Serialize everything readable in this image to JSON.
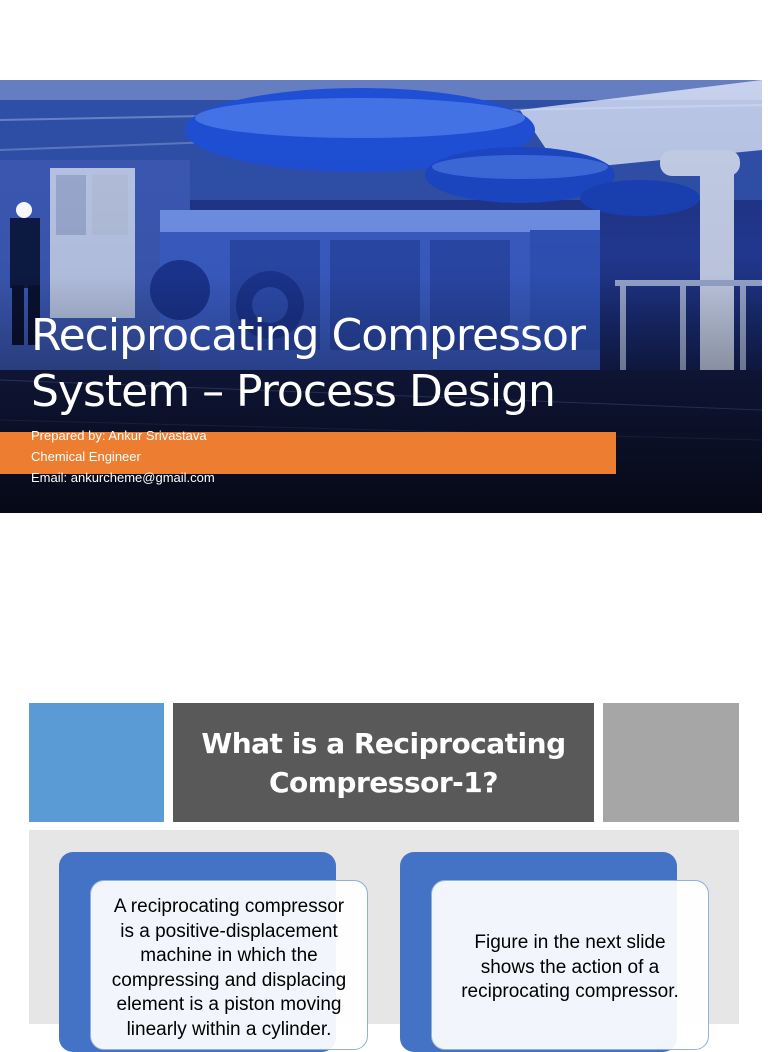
{
  "slide1": {
    "title_line1": "Reciprocating Compressor",
    "title_line2": "System – Process Design",
    "prepared_by": "Prepared by: Ankur Srivastava",
    "role": "Chemical Engineer",
    "email": "Email: ankurcheme@gmail.com",
    "accent_color": "#ed7d31"
  },
  "slide2": {
    "title_line1": "What is a Reciprocating",
    "title_line2": "Compressor-1?",
    "card1_lines": [
      "A reciprocating compressor",
      "is a positive-displacement",
      "machine in which the",
      "compressing and displacing",
      "element is a piston moving",
      "linearly within a cylinder."
    ],
    "card2_lines": [
      "Figure in the next slide",
      "shows the action of a",
      "reciprocating compressor."
    ],
    "colors": {
      "blue_square": "#5b9bd5",
      "title_box": "#595959",
      "gray_square": "#a6a6a6",
      "card_accent": "#4472c4",
      "content_bg": "#e7e6e6"
    }
  }
}
